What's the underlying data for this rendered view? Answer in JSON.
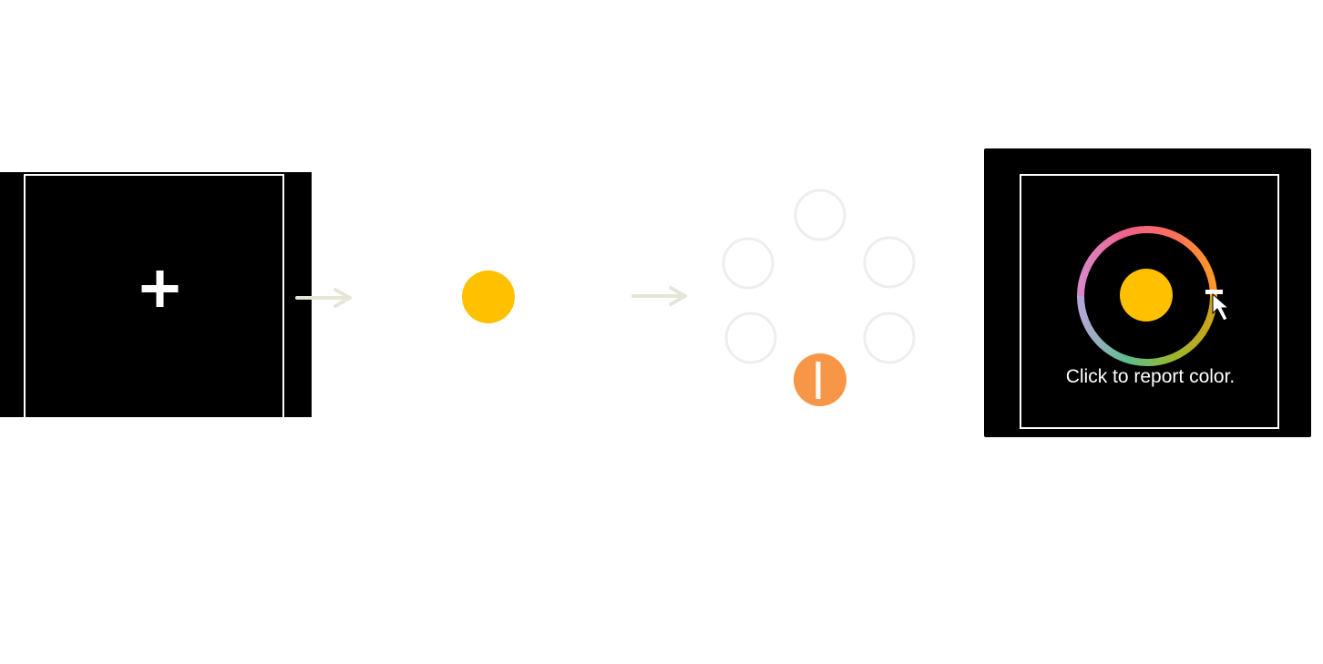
{
  "steps": [
    {
      "id": "fixation",
      "icon": "plus-icon"
    },
    {
      "id": "memory-stimulus",
      "icon": "filled-circle-icon"
    },
    {
      "id": "probe-array",
      "icon": "ring-array-icon"
    },
    {
      "id": "color-report",
      "icon": "color-wheel-icon"
    }
  ],
  "colors": {
    "background": "#000000",
    "frame": "#ffffff",
    "arrow": "#e6e6d8",
    "placeholder": "#eeeeee",
    "memory_item": "#ffc000",
    "probe_item": "#f79646",
    "probe_mark": "#ffffff"
  },
  "response": {
    "instruction": "Click to report color.",
    "cursor_icon": "mouse-pointer-icon"
  }
}
